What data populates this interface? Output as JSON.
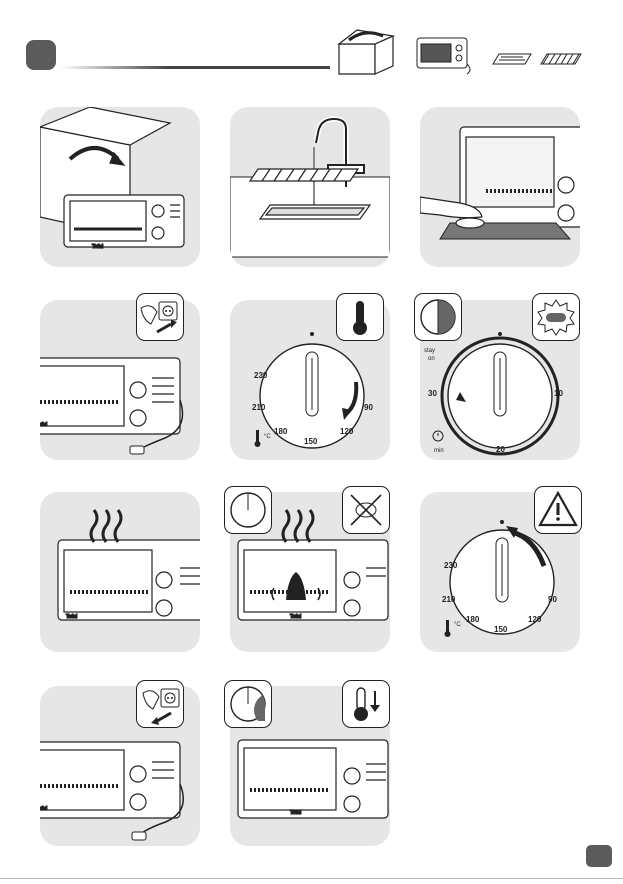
{
  "header": {
    "box_icon": "open-box-icon",
    "oven_icon": "toaster-oven-icon",
    "accessories": [
      "baking-tray-icon",
      "wire-rack-icon"
    ]
  },
  "brand": "Tefal",
  "temp_dial": {
    "marks": [
      "230",
      "210",
      "180",
      "150",
      "120",
      "90"
    ],
    "unit": "°C"
  },
  "timer_dial": {
    "stay": "stay",
    "on": "on",
    "marks": [
      "30",
      "10",
      "20"
    ],
    "unit": "min"
  },
  "colors": {
    "panel": "#e6e6e6",
    "ink": "#222222",
    "accent": "#5b5b5b"
  }
}
